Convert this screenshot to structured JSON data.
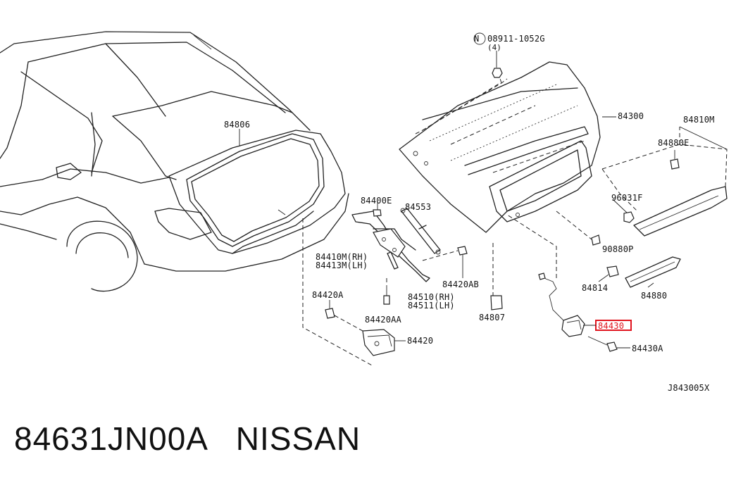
{
  "diagram": {
    "nut_symbol": "N",
    "nut_part": "08911-1052G",
    "nut_qty": "(4)",
    "ref_code": "J843005X",
    "highlight_color": "#e0141e",
    "labels": {
      "p84806": "84806",
      "p84300": "84300",
      "p84810M": "84810M",
      "p84880E": "84880E",
      "p96031F": "96031F",
      "p90880P": "90880P",
      "p84814": "84814",
      "p84880": "84880",
      "p84400E": "84400E",
      "p84553": "84553",
      "p84410M": "84410M(RH)",
      "p84413M": "84413M(LH)",
      "p84420AB": "84420AB",
      "p84510": "84510(RH)",
      "p84511": "84511(LH)",
      "p84420A": "84420A",
      "p84420AA": "84420AA",
      "p84807": "84807",
      "p84420": "84420",
      "p84430": "84430",
      "p84430A": "84430A"
    }
  },
  "caption": {
    "part_number": "84631JN00A",
    "brand": "NISSAN"
  }
}
